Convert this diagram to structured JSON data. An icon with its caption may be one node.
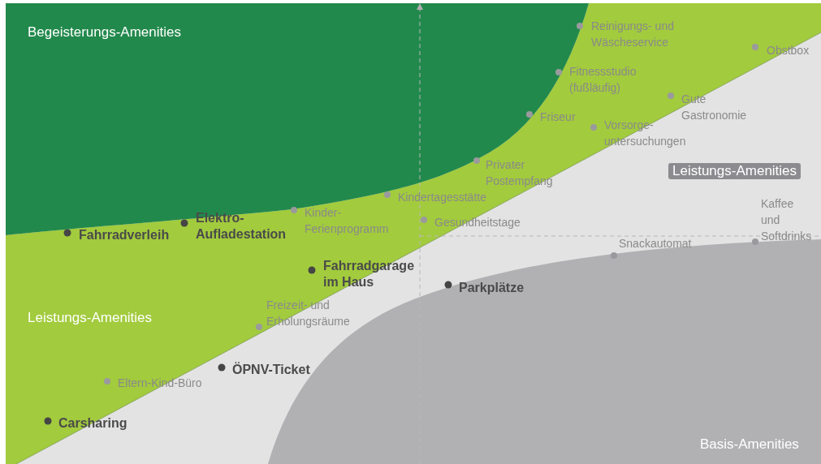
{
  "diagram": {
    "labels": [
      "Begeisterungs-Amenities",
      "Reinigungs- und Wäscheservice",
      "Obstbox",
      "Fitnessstudio (fußläufig)",
      "Gute Gastronomie",
      "Friseur",
      "Vorsorge- untersuchungen",
      "Privater Postempfang",
      "Leistungs-Amenities",
      "Kindertagesstätte",
      "Kaffee und Softdrinks",
      "Kinder- Ferienprogramm",
      "Elektro- Aufladestation",
      "Gesundheitstage",
      "Fahrradverleih",
      "Snackautomat",
      "Fahrradgarage im Haus",
      "Parkplätze",
      "Freizeit- und Erholungsräume",
      "Leistungs-Amenities",
      "ÖPNV-Ticket",
      "Eltern-Kind-Büro",
      "Carsharing",
      "Basis-Amenities"
    ]
  }
}
